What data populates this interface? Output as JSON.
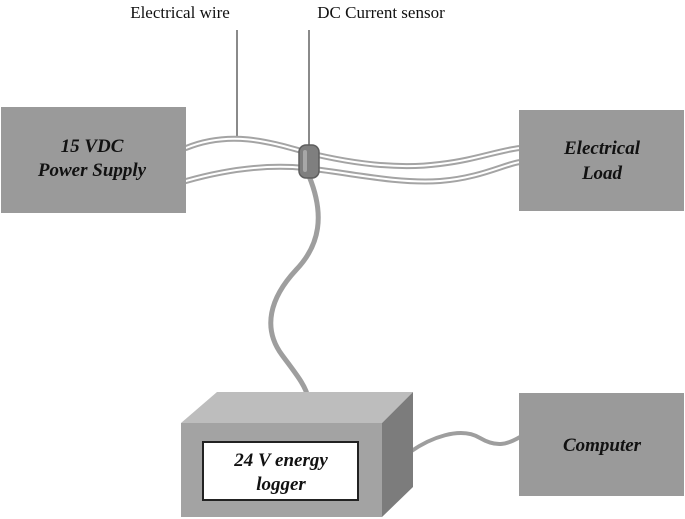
{
  "callouts": {
    "wire_label": "Electrical wire",
    "sensor_label": "DC Current sensor"
  },
  "blocks": {
    "power_supply": {
      "line1": "15 VDC",
      "line2": "Power Supply"
    },
    "load": {
      "line1": "Electrical",
      "line2": "Load"
    },
    "logger": {
      "line1": "24 V energy",
      "line2": "logger"
    },
    "computer": {
      "label": "Computer"
    }
  },
  "colors": {
    "box_fill": "#9a9a9a",
    "box_front": "#a3a3a3",
    "box_top": "#bdbdbd",
    "box_side": "#7c7c7c",
    "wire": "#9e9e9e",
    "callout_line": "#8a8a8a",
    "sensor": "#7f7f7f",
    "text": "#111111"
  }
}
